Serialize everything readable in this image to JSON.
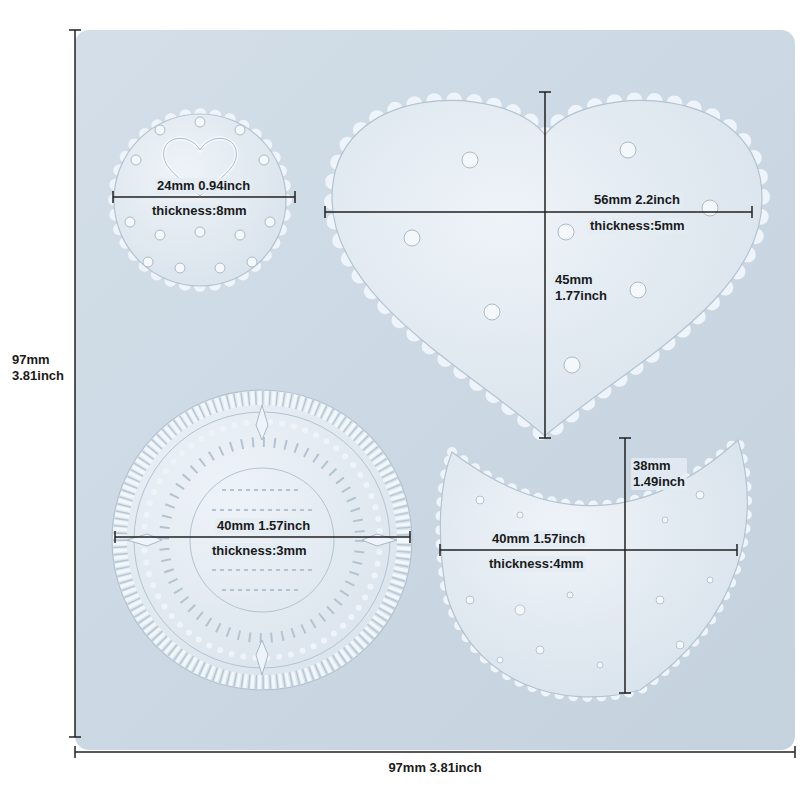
{
  "diagram": {
    "labels": [
      "97mm 3.81inch",
      "24mm 0.94inch",
      "thickness:8mm",
      "56mm 2.2inch",
      "thickness:5mm",
      "45mm 1.77inch",
      "40mm 1.57inch",
      "thickness:3mm",
      "38mm 1.49inch",
      "40mm 1.57inch",
      "thickness:4mm",
      "97mm 3.81inch"
    ]
  }
}
